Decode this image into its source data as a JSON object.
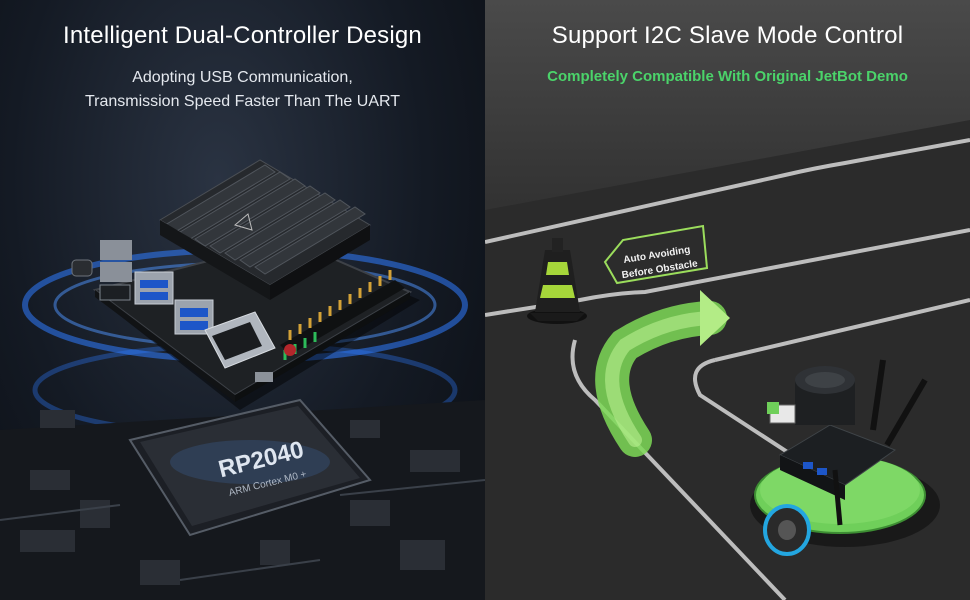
{
  "left": {
    "title": "Intelligent Dual-Controller Design",
    "subtitle_line1": "Adopting USB Communication,",
    "subtitle_line2": "Transmission Speed Faster Than The UART",
    "chip_name": "RP2040",
    "chip_desc": "ARM Cortex M0 +"
  },
  "right": {
    "title": "Support I2C Slave Mode Control",
    "subtitle": "Completely Compatible With Original JetBot Demo",
    "sign_line1": "Auto Avoiding",
    "sign_line2": "Before Obstacle"
  },
  "colors": {
    "accent_green": "#4bd36a",
    "glow_blue": "#2f7bff"
  }
}
